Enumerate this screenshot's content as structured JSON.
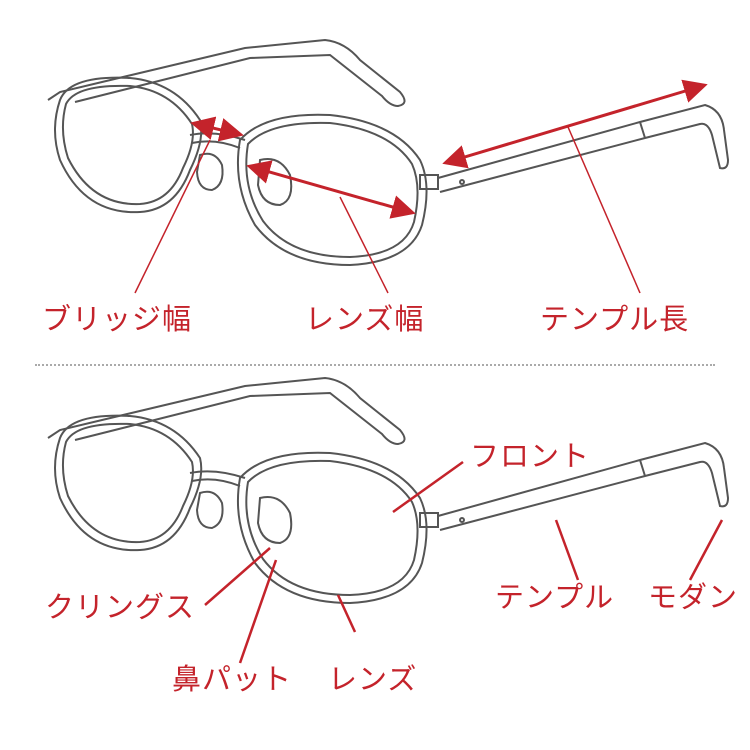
{
  "colors": {
    "accent": "#c4232b",
    "line": "#555555"
  },
  "top_diagram": {
    "labels": {
      "bridge_width": "ブリッジ幅",
      "lens_width": "レンズ幅",
      "temple_length": "テンプル長"
    }
  },
  "bottom_diagram": {
    "labels": {
      "front": "フロント",
      "temple": "テンプル",
      "modern": "モダン",
      "klings": "クリングス",
      "nose_pad": "鼻パット",
      "lens": "レンズ"
    }
  }
}
